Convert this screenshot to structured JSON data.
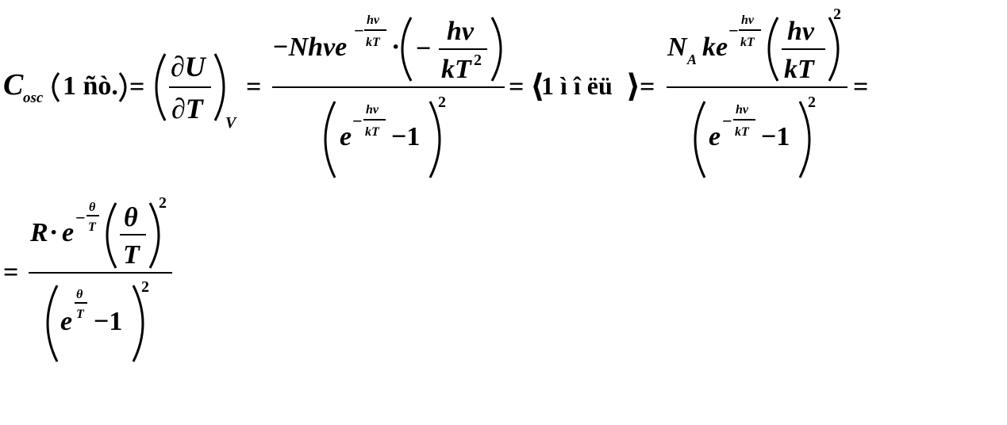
{
  "equation": {
    "lhs": {
      "symbol": "C",
      "subscript": "osc",
      "arg": "1 ñò."
    },
    "eq": "=",
    "deriv": {
      "num": "∂U",
      "den": "∂T",
      "sub": "V"
    },
    "frac1": {
      "num_prefix": "−Nhνe",
      "exp_sign": "−",
      "exp_num": "hν",
      "exp_den": "kT",
      "dot": "·",
      "inner_sign": "−",
      "inner_num": "hν",
      "inner_den": "kT",
      "inner_den_power": "2",
      "den_base": "e",
      "den_exp_sign": "−",
      "den_exp_num": "hν",
      "den_exp_den": "kT",
      "den_tail": "−1",
      "power": "2"
    },
    "bracket": {
      "left": "⟨",
      "content": "1 ì î ëü",
      "right": "⟩"
    },
    "frac2": {
      "num_prefix": "N",
      "num_sub": "A",
      "num_mid": "ke",
      "exp_sign": "−",
      "exp_num": "hν",
      "exp_den": "kT",
      "inner_num": "hν",
      "inner_den": "kT",
      "inner_power": "2",
      "den_base": "e",
      "den_exp_sign": "−",
      "den_exp_num": "hν",
      "den_exp_den": "kT",
      "den_tail": "−1",
      "power": "2"
    },
    "frac3": {
      "num_prefix": "R",
      "dot": "·",
      "num_e": "e",
      "exp_sign": "−",
      "exp_num": "θ",
      "exp_den": "T",
      "inner_num": "θ",
      "inner_den": "T",
      "inner_power": "2",
      "den_base": "e",
      "den_exp_num": "θ",
      "den_exp_den": "T",
      "den_tail": "−1",
      "power": "2"
    }
  }
}
